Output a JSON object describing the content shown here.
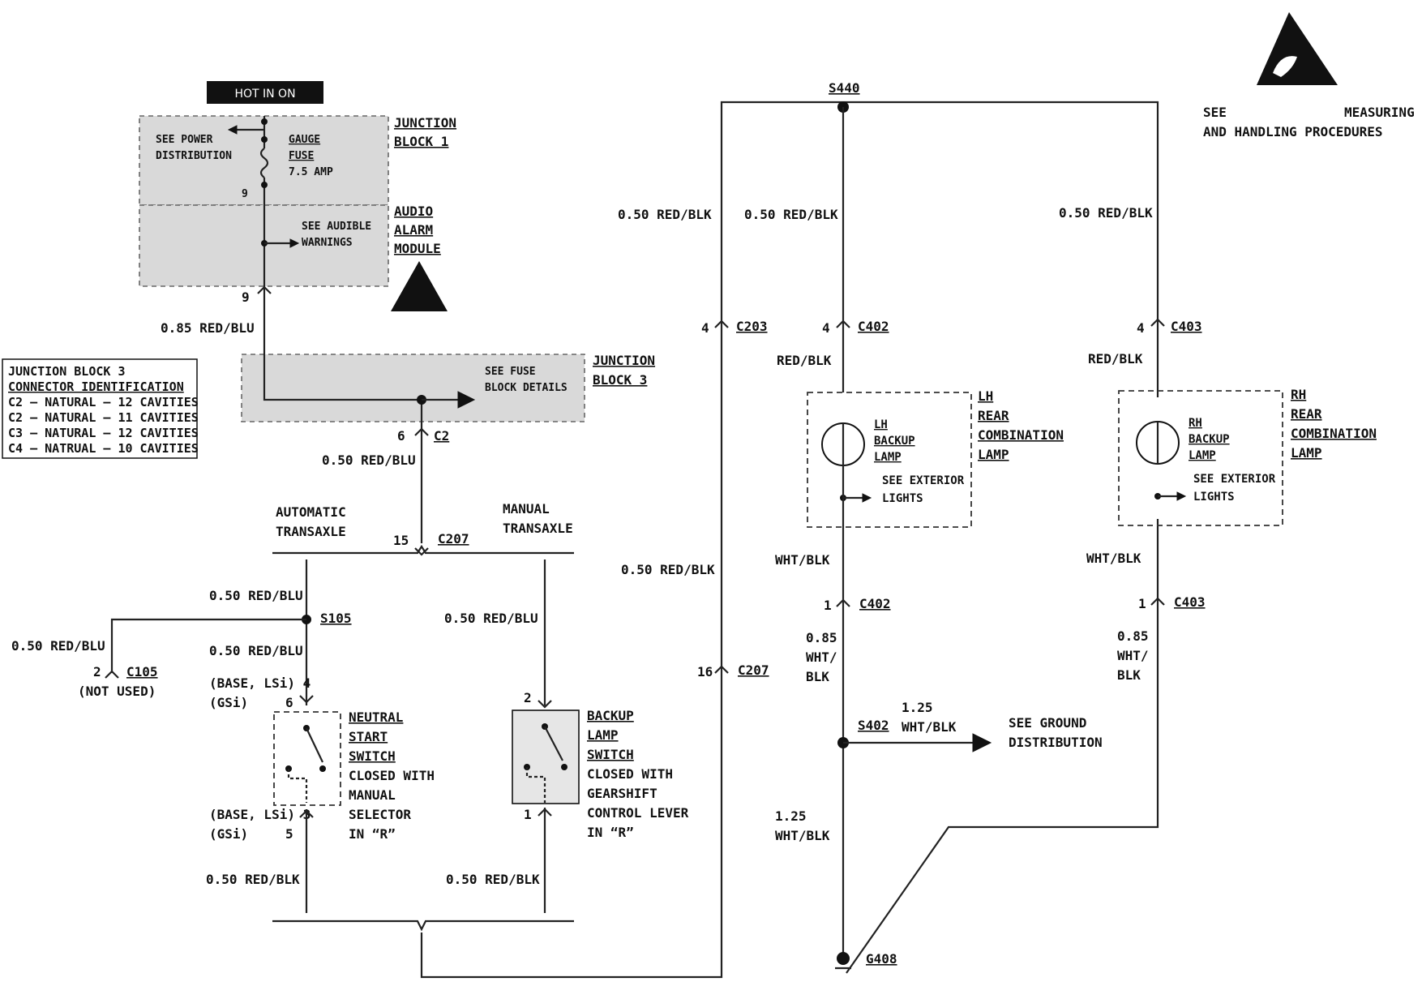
{
  "hot_in_on": "HOT IN ON",
  "esd_note": {
    "line1a": "SEE",
    "line1b": "MEASURING",
    "line2": "AND HANDLING PROCEDURES"
  },
  "jb1": {
    "label": [
      "JUNCTION",
      "BLOCK 1"
    ],
    "see_power": [
      "SEE POWER",
      "DISTRIBUTION"
    ],
    "fuse": [
      "GAUGE",
      "FUSE",
      "7.5 AMP"
    ],
    "pin": "9"
  },
  "audio": {
    "label": [
      "AUDIO",
      "ALARM",
      "MODULE"
    ],
    "see": [
      "SEE AUDIBLE",
      "WARNINGS"
    ],
    "pin": "9",
    "wire": "0.85 RED/BLU"
  },
  "jb3_legend": [
    "JUNCTION BLOCK 3",
    "CONNECTOR IDENTIFICATION",
    "C2 – NATURAL – 12 CAVITIES",
    "C2 – NATURAL – 11 CAVITIES",
    "C3 – NATURAL – 12 CAVITIES",
    "C4 – NATRUAL – 10 CAVITIES"
  ],
  "jb3": {
    "label": [
      "JUNCTION",
      "BLOCK 3"
    ],
    "see": [
      "SEE FUSE",
      "BLOCK DETAILS"
    ],
    "pin": "6",
    "conn": "C2",
    "wire": "0.50 RED/BLU"
  },
  "c207_left": {
    "pin": "15",
    "conn": "C207"
  },
  "auto_label": [
    "AUTOMATIC",
    "TRANSAXLE"
  ],
  "manual_label": [
    "MANUAL",
    "TRANSAXLE"
  ],
  "auto": {
    "wire_top": "0.50 RED/BLU",
    "splice": "S105",
    "branch_wire": "0.50 RED/BLU",
    "c105_pin": "2",
    "c105": "C105",
    "not_used": "(NOT USED)",
    "wire_mid": "0.50 RED/BLU",
    "pin_top": [
      "(BASE, LSi) 4",
      "(GSi)",
      "6"
    ],
    "switch_label": [
      "NEUTRAL",
      "START",
      "SWITCH",
      "CLOSED WITH",
      "MANUAL",
      "SELECTOR",
      "IN “R”"
    ],
    "pin_bot": [
      "(BASE, LSi) 3",
      "(GSi)",
      "5"
    ],
    "wire_bot": "0.50 RED/BLK"
  },
  "manual": {
    "wire_top": "0.50 RED/BLU",
    "pin_top": "2",
    "switch_label": [
      "BACKUP",
      "LAMP",
      "SWITCH",
      "CLOSED WITH",
      "GEARSHIFT",
      "CONTROL LEVER",
      "IN “R”"
    ],
    "pin_bot": "1",
    "wire_bot": "0.50 RED/BLK"
  },
  "return_wire": {
    "wire_upper": "0.50 RED/BLK",
    "c203_pin": "4",
    "c203": "C203",
    "wire_lower": "0.50 RED/BLK",
    "c207_pin": "16",
    "c207": "C207"
  },
  "s440": "S440",
  "lh": {
    "wire_top": "0.50 RED/BLK",
    "c402_pin_top": "4",
    "c402_top": "C402",
    "wire_mid": "RED/BLK",
    "lamp_label": [
      "LH",
      "BACKUP",
      "LAMP"
    ],
    "group_label": [
      "LH",
      "REAR",
      "COMBINATION",
      "LAMP"
    ],
    "see": [
      "SEE EXTERIOR",
      "LIGHTS"
    ],
    "wire_low": "WHT/BLK",
    "c402_pin_bot": "1",
    "c402_bot": "C402",
    "wire_gnd": [
      "0.85",
      "WHT/",
      "BLK"
    ],
    "s402": "S402",
    "s402_wire": [
      "1.25",
      "WHT/BLK"
    ],
    "see_ground": [
      "SEE GROUND",
      "DISTRIBUTION"
    ],
    "wire_final": [
      "1.25",
      "WHT/BLK"
    ],
    "ground": "G408"
  },
  "rh": {
    "wire_top": "0.50 RED/BLK",
    "c403_pin_top": "4",
    "c403_top": "C403",
    "wire_mid": "RED/BLK",
    "lamp_label": [
      "RH",
      "BACKUP",
      "LAMP"
    ],
    "group_label": [
      "RH",
      "REAR",
      "COMBINATION",
      "LAMP"
    ],
    "see": [
      "SEE EXTERIOR",
      "LIGHTS"
    ],
    "wire_low": "WHT/BLK",
    "c403_pin_bot": "1",
    "c403_bot": "C403",
    "wire_gnd": [
      "0.85",
      "WHT/",
      "BLK"
    ]
  }
}
